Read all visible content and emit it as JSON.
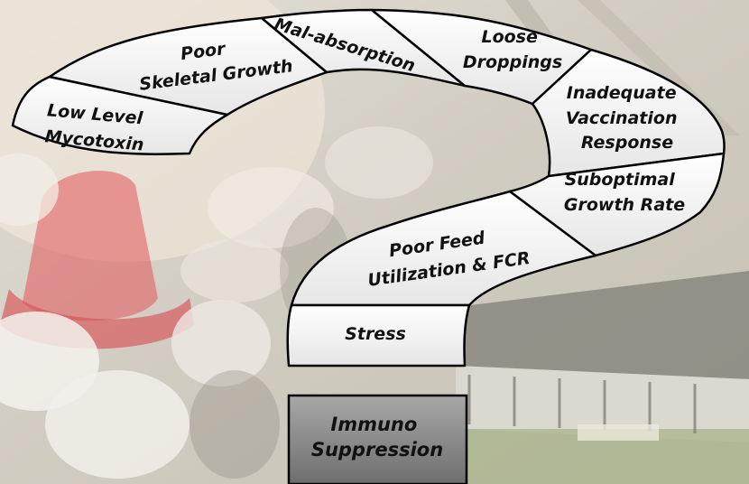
{
  "segments": {
    "mycotoxin": {
      "line1": "Low Level",
      "line2": "Mycotoxin"
    },
    "skeletal": {
      "line1": "Poor",
      "line2": "Skeletal Growth"
    },
    "malabsorption": {
      "line1": "Mal-absorption"
    },
    "droppings": {
      "line1": "Loose",
      "line2": "Droppings"
    },
    "vaccination": {
      "line1": "Inadequate",
      "line2": "Vaccination",
      "line3": "Response"
    },
    "growth_rate": {
      "line1": "Suboptimal",
      "line2": "Growth Rate"
    },
    "feed": {
      "line1": "Poor Feed",
      "line2": "Utilization & FCR"
    },
    "stress": {
      "line1": "Stress"
    }
  },
  "result_box": {
    "line1": "Immuno",
    "line2": "Suppression"
  },
  "colors": {
    "segment_fill": "#ffffff",
    "outline": "#000000",
    "box_fill_top": "#a8a8a8",
    "box_fill_bottom": "#6e6e6e"
  }
}
